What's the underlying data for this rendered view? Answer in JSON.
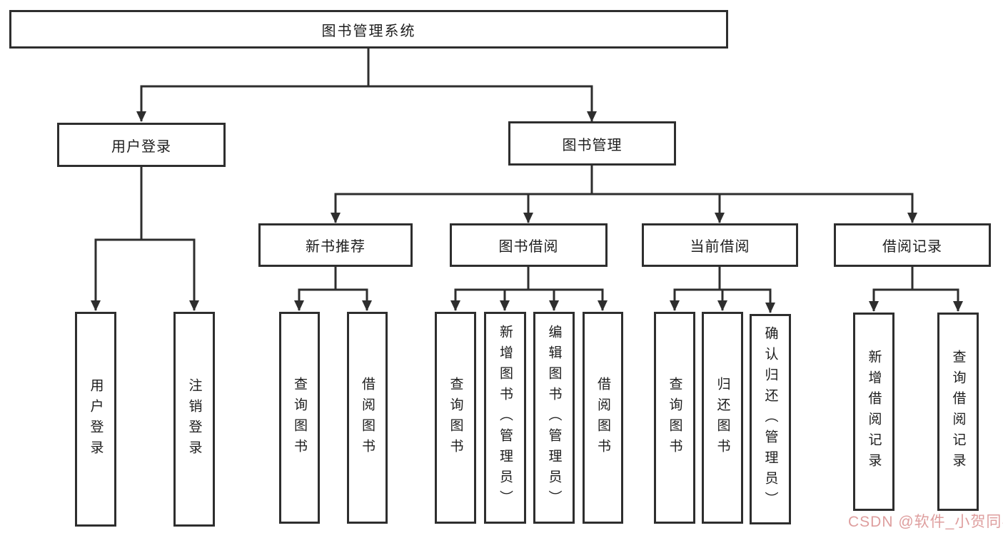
{
  "diagram": {
    "root": {
      "label": "图书管理系统"
    },
    "user_login": {
      "label": "用户登录",
      "children": [
        {
          "label": "用户登录"
        },
        {
          "label": "注销登录"
        }
      ]
    },
    "book_management": {
      "label": "图书管理",
      "sections": [
        {
          "label": "新书推荐",
          "children": [
            {
              "label": "查询图书"
            },
            {
              "label": "借阅图书"
            }
          ]
        },
        {
          "label": "图书借阅",
          "children": [
            {
              "label": "查询图书"
            },
            {
              "label": "新增图书（管理员）"
            },
            {
              "label": "编辑图书（管理员）"
            },
            {
              "label": "借阅图书"
            }
          ]
        },
        {
          "label": "当前借阅",
          "children": [
            {
              "label": "查询图书"
            },
            {
              "label": "归还图书"
            },
            {
              "label": "确认归还（管理员）"
            }
          ]
        },
        {
          "label": "借阅记录",
          "children": [
            {
              "label": "新增借阅记录"
            },
            {
              "label": "查询借阅记录"
            }
          ]
        }
      ]
    }
  },
  "watermark": {
    "text": "CSDN @软件_小贺同学",
    "color": "#de9e9e"
  },
  "colors": {
    "line": "#2e2e2e",
    "text": "#1d1d1d",
    "background": "#ffffff"
  }
}
